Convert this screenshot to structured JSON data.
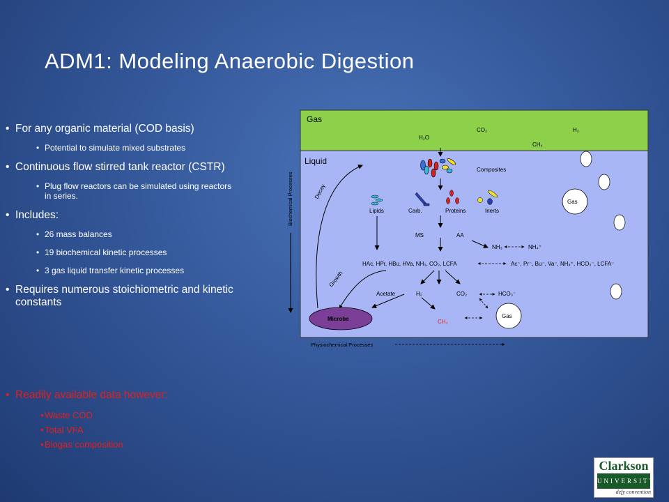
{
  "title": "ADM1: Modeling Anaerobic Digestion",
  "bullets": {
    "b1": "For any organic material (COD basis)",
    "b1_sub": "Potential to simulate mixed substrates",
    "b2": "Continuous flow stirred tank reactor (CSTR)",
    "b2_sub": "Plug flow reactors can be simulated using reactors in series.",
    "b3": "Includes:",
    "b3_sub1": "26 mass balances",
    "b3_sub2": "19 biochemical kinetic processes",
    "b3_sub3": "3 gas liquid transfer kinetic processes",
    "b4": "Requires numerous stoichiometric and kinetic constants"
  },
  "bullets_red": {
    "main": "Readily available data however:",
    "items": [
      "Waste COD",
      "Total VFA",
      "Biogas composition"
    ]
  },
  "diagram": {
    "gas_label": "Gas",
    "liquid_label": "Liquid",
    "h2o": "H₂O",
    "co2": "CO₂",
    "h2": "H₂",
    "ch4": "CH₄",
    "composites": "Composites",
    "lipids": "Lipids",
    "carb": "Carb.",
    "proteins": "Proteins",
    "inerts": "Inerts",
    "ms": "MS",
    "aa": "AA",
    "nh3": "NH₃",
    "nh4": "NH₄⁺",
    "acids": "HAc, HPr, HBu, HVa, NH₃, CO₂, LCFA",
    "ions": "Ac⁻, Pr⁻, Bu⁻, Va⁻, NH₄⁺, HCO₃⁻, LCFA⁻",
    "acetate": "Acetate",
    "h2_liq": "H₂",
    "co2_liq": "CO₂",
    "hco3": "HCO₃⁻",
    "ch4_liq": "CH₄",
    "gas_bubble": "Gas",
    "gas_bubble2": "Gas",
    "microbe": "Microbe",
    "decay": "Decay",
    "growth": "Growth",
    "biochemical": "Biochemical Processes",
    "physiochemical": "Physiochemical Processes"
  },
  "logo": {
    "name": "Clarkson",
    "band": "UNIVERSITY",
    "tagline": "defy convention"
  },
  "colors": {
    "gas_zone": "#8dd14a",
    "liquid_zone": "#a9b6f5",
    "microbe": "#7b3f97",
    "ch4_red": "#e02020"
  }
}
